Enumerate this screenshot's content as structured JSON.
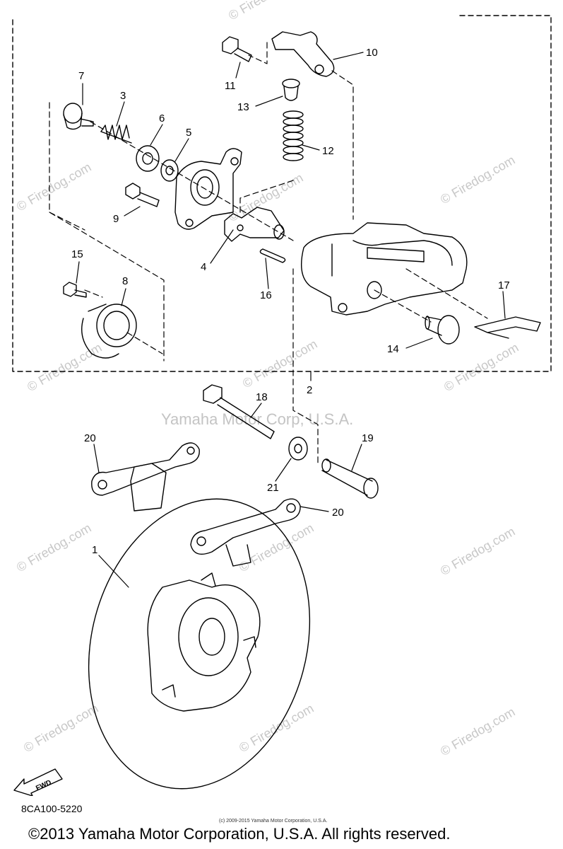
{
  "callouts": [
    {
      "id": "c1",
      "text": "1"
    },
    {
      "id": "c2",
      "text": "2"
    },
    {
      "id": "c3",
      "text": "3"
    },
    {
      "id": "c4",
      "text": "4"
    },
    {
      "id": "c5",
      "text": "5"
    },
    {
      "id": "c6",
      "text": "6"
    },
    {
      "id": "c7",
      "text": "7"
    },
    {
      "id": "c8",
      "text": "8"
    },
    {
      "id": "c9",
      "text": "9"
    },
    {
      "id": "c10",
      "text": "10"
    },
    {
      "id": "c11",
      "text": "11"
    },
    {
      "id": "c12",
      "text": "12"
    },
    {
      "id": "c13",
      "text": "13"
    },
    {
      "id": "c14",
      "text": "14"
    },
    {
      "id": "c15",
      "text": "15"
    },
    {
      "id": "c16",
      "text": "16"
    },
    {
      "id": "c17",
      "text": "17"
    },
    {
      "id": "c18",
      "text": "18"
    },
    {
      "id": "c19",
      "text": "19"
    },
    {
      "id": "c20a",
      "text": "20"
    },
    {
      "id": "c20b",
      "text": "20"
    },
    {
      "id": "c21",
      "text": "21"
    }
  ],
  "watermarks": {
    "firedog": "© Firedog.com",
    "center": "Yamaha Motor Corp, U.S.A."
  },
  "fwd_label": "FWD",
  "part_code": "8CA100-5220",
  "small_copyright": "(c) 2009-2015 Yamaha Motor Corporation, U.S.A.",
  "copyright": "©2013 Yamaha Motor Corporation, U.S.A. All rights reserved.",
  "colors": {
    "line": "#000000",
    "watermark": "#c8c8c8",
    "background": "#ffffff"
  }
}
